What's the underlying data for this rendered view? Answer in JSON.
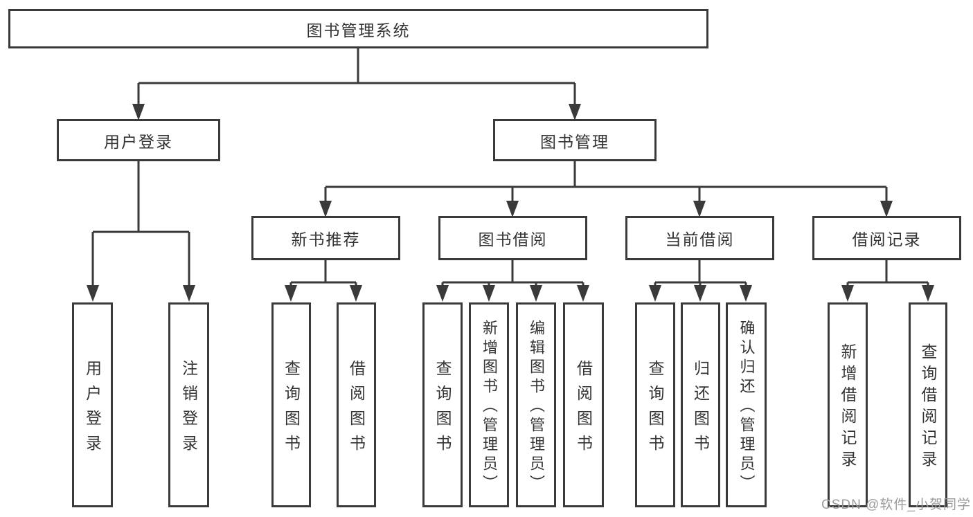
{
  "tree": {
    "root": {
      "label": "图书管理系统",
      "children": [
        {
          "label": "用户登录",
          "children": [
            {
              "label": "用户登录"
            },
            {
              "label": "注销登录"
            }
          ]
        },
        {
          "label": "图书管理",
          "children": [
            {
              "label": "新书推荐",
              "children": [
                {
                  "label": "查询图书"
                },
                {
                  "label": "借阅图书"
                }
              ]
            },
            {
              "label": "图书借阅",
              "children": [
                {
                  "label": "查询图书"
                },
                {
                  "label": "新增图书（管理员）"
                },
                {
                  "label": "编辑图书（管理员）"
                },
                {
                  "label": "借阅图书"
                }
              ]
            },
            {
              "label": "当前借阅",
              "children": [
                {
                  "label": "查询图书"
                },
                {
                  "label": "归还图书"
                },
                {
                  "label": "确认归还（管理员）"
                }
              ]
            },
            {
              "label": "借阅记录",
              "children": [
                {
                  "label": "新增借阅记录"
                },
                {
                  "label": "查询借阅记录"
                }
              ]
            }
          ]
        }
      ]
    }
  },
  "watermark": {
    "text": "CSDN @软件_小贺同学"
  },
  "colors": {
    "line": "#3a3a3a",
    "text": "#333333",
    "background": "#ffffff",
    "watermark": "#9a9a9a"
  }
}
